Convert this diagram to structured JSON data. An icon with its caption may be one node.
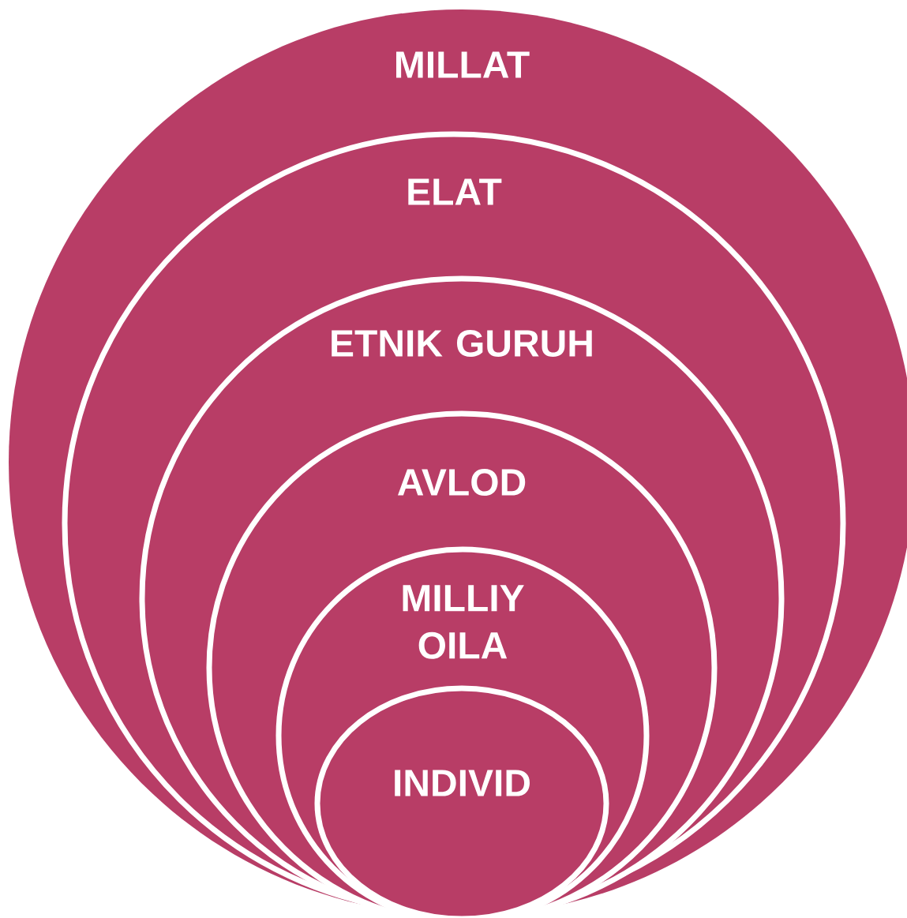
{
  "diagram": {
    "nodes": [
      {
        "text": [
          "MILLAT"
        ]
      },
      {
        "text": [
          "ELAT"
        ],
        "in": 0
      },
      {
        "text": [
          "ETNIK GURUH"
        ],
        "in": 1
      },
      {
        "text": [
          "AVLOD"
        ],
        "in": 2
      },
      {
        "text": [
          "MILLIY OILA"
        ],
        "in": 3
      },
      {
        "text": [
          "INDIVID"
        ],
        "in": 4
      }
    ]
  }
}
